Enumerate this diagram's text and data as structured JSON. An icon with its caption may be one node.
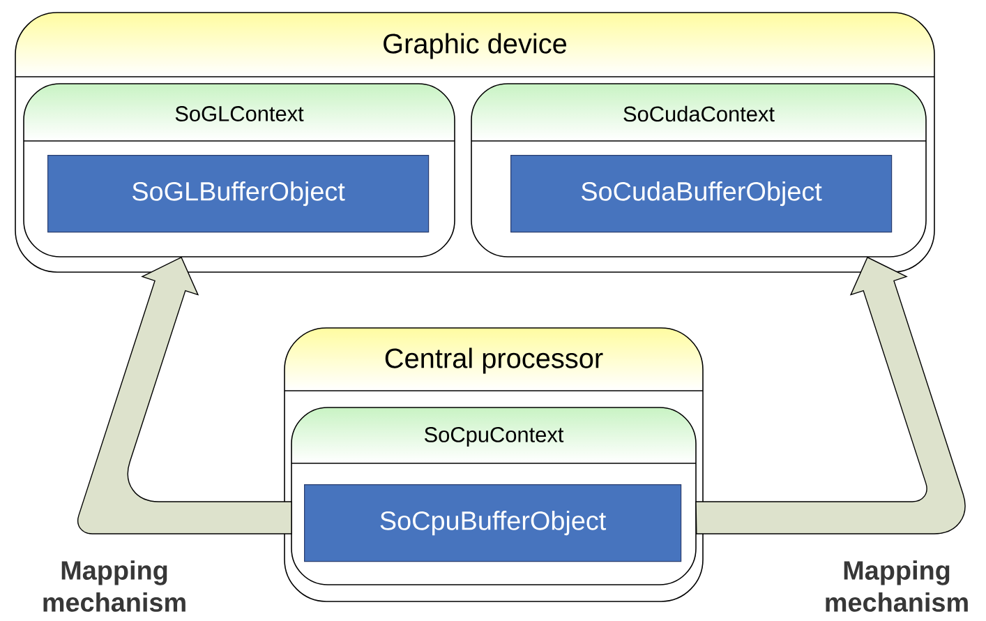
{
  "diagram": {
    "nodes": [
      {
        "text": [
          "Graphic device"
        ]
      },
      {
        "text": [
          "SoGLContext"
        ],
        "in": 0
      },
      {
        "text": [
          "SoGLBufferObject"
        ],
        "in": 1
      },
      {
        "text": [
          "SoCudaContext"
        ],
        "in": 0
      },
      {
        "text": [
          "SoCudaBufferObject"
        ],
        "in": 3
      },
      {
        "text": [
          "Central processor"
        ]
      },
      {
        "text": [
          "SoCpuContext"
        ],
        "in": 5
      },
      {
        "text": [
          "SoCpuBufferObject"
        ],
        "in": 6
      }
    ],
    "edges": [
      {
        "from": 6,
        "to": 1,
        "arrow": "to"
      },
      {
        "from": 6,
        "to": 3,
        "arrow": "to"
      }
    ],
    "labels": [
      "Mapping mechanism",
      "Mapping mechanism"
    ]
  }
}
